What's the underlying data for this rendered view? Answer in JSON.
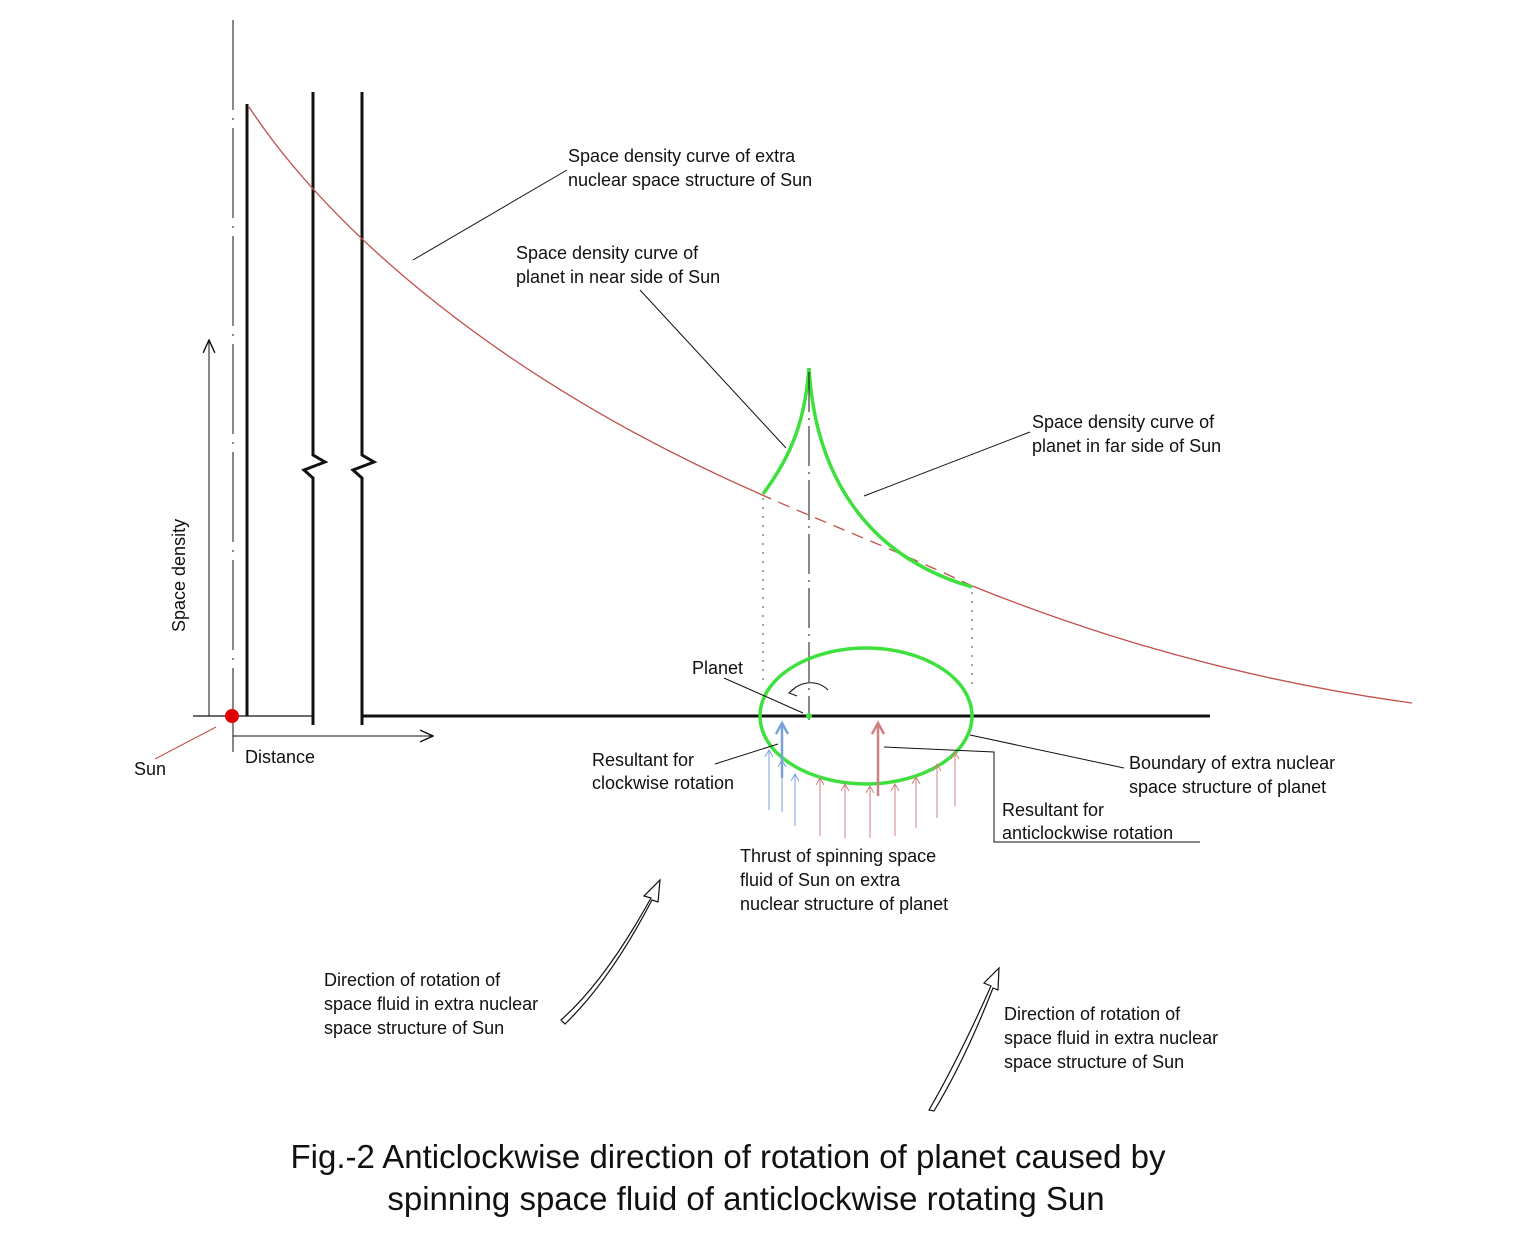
{
  "labels": {
    "sun_curve": [
      "Space density curve of extra",
      "nuclear space structure of Sun"
    ],
    "near_curve": [
      "Space density curve of",
      "planet in near side of Sun"
    ],
    "far_curve": [
      "Space density curve of",
      "planet in far side of Sun"
    ],
    "y_axis": "Space density",
    "x_axis": "Distance",
    "sun": "Sun",
    "planet": "Planet",
    "resultant_cw": [
      "Resultant for",
      "clockwise rotation"
    ],
    "boundary": [
      "Boundary of extra nuclear",
      "space structure of planet"
    ],
    "resultant_acw": [
      "Resultant for",
      "anticlockwise rotation"
    ],
    "thrust": [
      "Thrust of spinning space",
      "fluid of Sun on extra",
      "nuclear structure of planet"
    ],
    "direction_left": [
      "Direction of rotation of",
      "space fluid in extra nuclear",
      "space structure of Sun"
    ],
    "direction_right": [
      "Direction of rotation of",
      "space fluid in extra nuclear",
      "space structure of Sun"
    ]
  },
  "caption": [
    "Fig.-2 Anticlockwise direction of rotation of planet caused by",
    "spinning space fluid of anticlockwise rotating Sun"
  ],
  "colors": {
    "sun_curve": "#c0504d",
    "planet_curve": "#3ee03e",
    "sun_dot": "#e00000",
    "blue_arrow": "#7aa2d6",
    "red_arrow": "#d08080",
    "ink": "#111111"
  }
}
